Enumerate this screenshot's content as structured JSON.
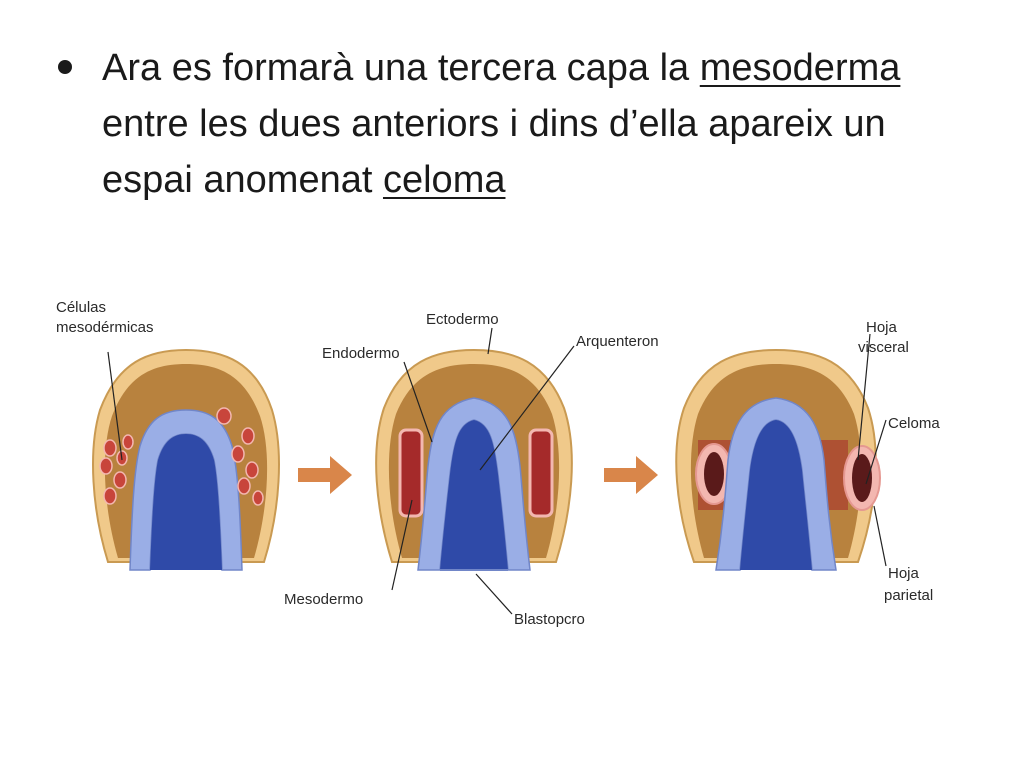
{
  "slide": {
    "bullet": {
      "part1": "Ara es formarà una tercera capa la ",
      "term1": "mesoderma",
      "part2": " entre les dues anteriors i dins d’ella apareix un espai anomenat ",
      "term2": "celoma"
    }
  },
  "figure": {
    "labels": {
      "celulas_line1": "Células",
      "celulas_line2": "mesodérmicas",
      "ectodermo": "Ectodermo",
      "endodermo": "Endodermo",
      "arquenteron": "Arquenteron",
      "mesodermo": "Mesodermo",
      "blastoporo": "Blastopcro",
      "hoja_visceral_line1": "Hoja",
      "hoja_visceral_line2": "visceral",
      "celoma": "Celoma",
      "hoja_parietal_line1": "Hoja",
      "hoja_parietal_line2": "parietal"
    },
    "colors": {
      "ectoderm": "#f0c98a",
      "blastocoel": "#b8823e",
      "endoderm": "#9aaee6",
      "archenteron": "#2f4aa8",
      "mesoderm": "#a52a2a",
      "mesoderm_light": "#f3b7b0",
      "arrow": "#d9864a"
    }
  }
}
